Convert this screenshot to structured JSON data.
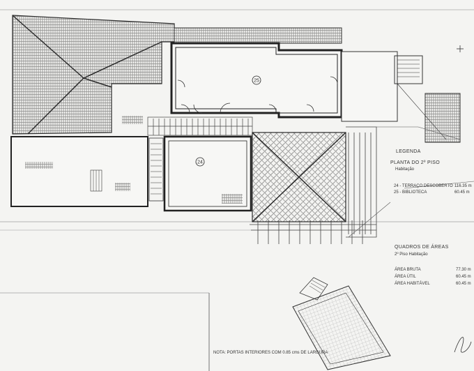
{
  "rooms": [
    {
      "number": "25"
    },
    {
      "number": "24"
    }
  ],
  "legend": {
    "heading": "LEGENDA",
    "floor": "PLANTA DO 2º PISO",
    "use": "Habitação",
    "items": [
      {
        "label": "24 - TERRAÇO DESCOBERTO",
        "area": "116.35 m"
      },
      {
        "label": "25 - BIBLIOTECA",
        "area": "60.45 m"
      }
    ]
  },
  "areas": {
    "heading": "QUADROS DE ÁREAS",
    "subheading": "2º Piso Habitação",
    "rows": [
      {
        "label": "ÁREA BRUTA",
        "value": "77.30 m"
      },
      {
        "label": "ÁREA ÚTIL",
        "value": "60.45 m"
      },
      {
        "label": "ÁREA HABITÁVEL",
        "value": "60.45 m"
      }
    ]
  },
  "note": "NOTA: PORTAS INTERIORES COM 0.85 cms DE LARGURA",
  "colors": {
    "line": "#2b2b2b",
    "paper": "#f4f4f2",
    "tile": "#555555"
  }
}
